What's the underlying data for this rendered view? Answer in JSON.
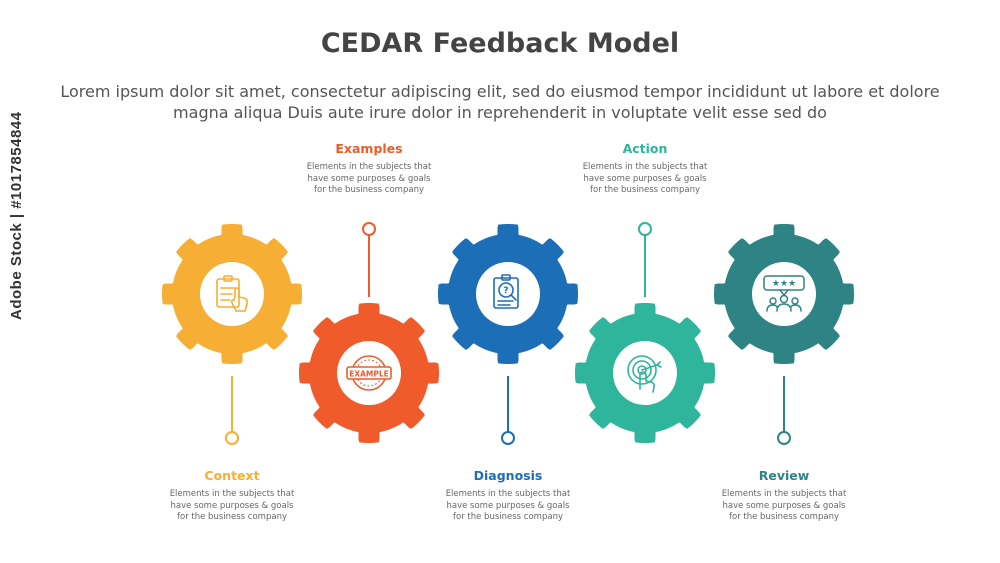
{
  "title": "CEDAR Feedback Model",
  "subtitle": "Lorem ipsum dolor sit amet, consectetur adipiscing elit, sed do eiusmod tempor incididunt ut labore et dolore magna aliqua Duis aute irure dolor in reprehenderit in voluptate velit esse sed do",
  "steps": [
    {
      "label": "Context",
      "description": "Elements in the subjects that\nhave  some purposes & goals\nfor the  business company",
      "color": "#F7AE34",
      "icon": "clipboard-hand-icon"
    },
    {
      "label": "Examples",
      "description": "Elements in the subjects that\nhave  some purposes & goals\nfor the  business company",
      "color": "#EF5B2B",
      "icon": "example-stamp-icon",
      "icon_text": "EXAMPLE"
    },
    {
      "label": "Diagnosis",
      "description": "Elements in the subjects that\nhave  some purposes & goals\nfor the  business company",
      "color": "#1C6FB7",
      "icon": "document-magnifier-icon"
    },
    {
      "label": "Action",
      "description": "Elements in the subjects that\nhave  some purposes & goals\nfor the  business company",
      "color": "#2FB59C",
      "icon": "target-touch-icon"
    },
    {
      "label": "Review",
      "description": "Elements in the subjects that\nhave  some purposes & goals\nfor the  business company",
      "color": "#2E8385",
      "icon": "rating-people-icon"
    }
  ],
  "watermark": "Adobe Stock | #1017854844"
}
